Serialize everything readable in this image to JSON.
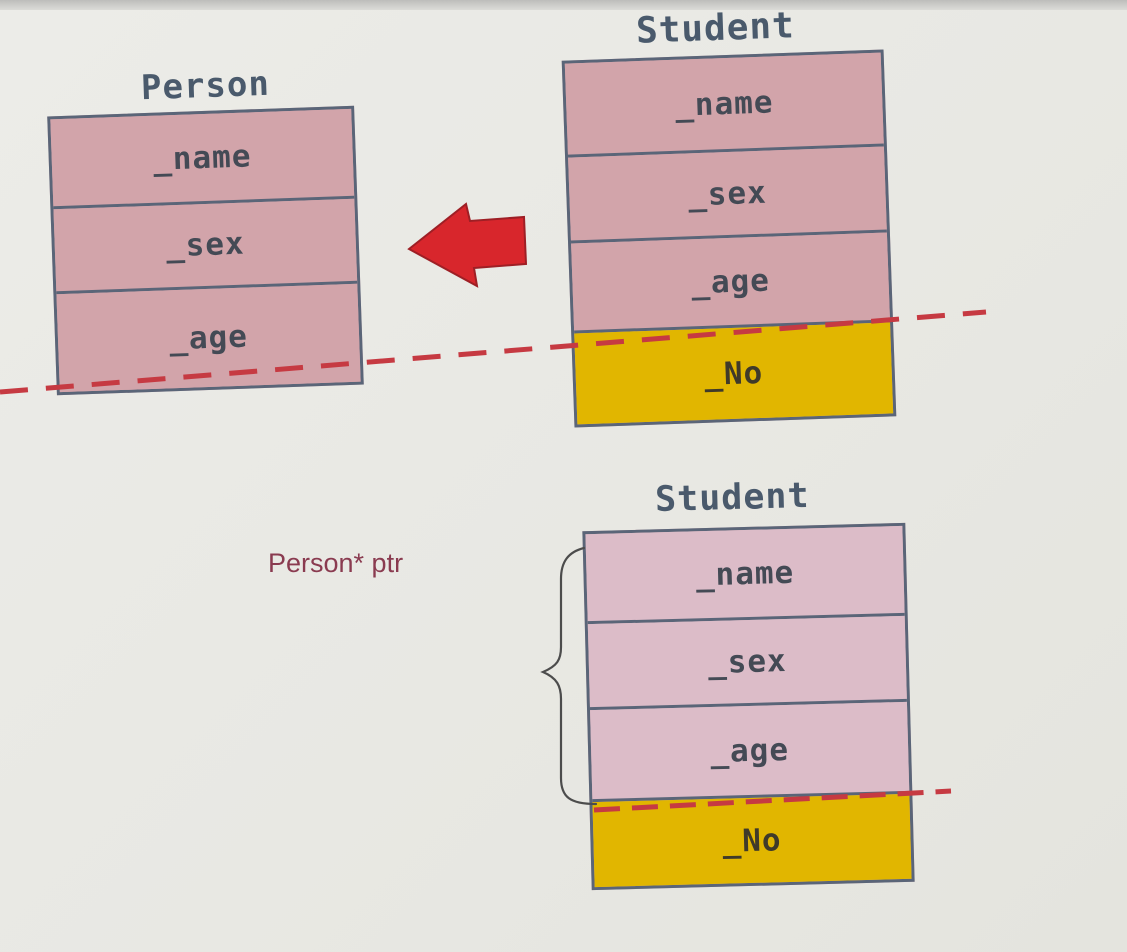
{
  "person": {
    "title": "Person",
    "fields": [
      "_name",
      "_sex",
      "_age"
    ]
  },
  "student_top": {
    "title": "Student",
    "fields": [
      "_name",
      "_sex",
      "_age",
      "_No"
    ]
  },
  "student_bottom": {
    "title": "Student",
    "fields": [
      "_name",
      "_sex",
      "_age",
      "_No"
    ]
  },
  "pointer": {
    "label": "Person* ptr"
  },
  "colors": {
    "base_field": "#d2a4aa",
    "base_field_light": "#dcbcc8",
    "derived_field": "#e1b600",
    "border": "#5a6578",
    "slice_line": "#c63a42",
    "arrow": "#d8262c"
  }
}
